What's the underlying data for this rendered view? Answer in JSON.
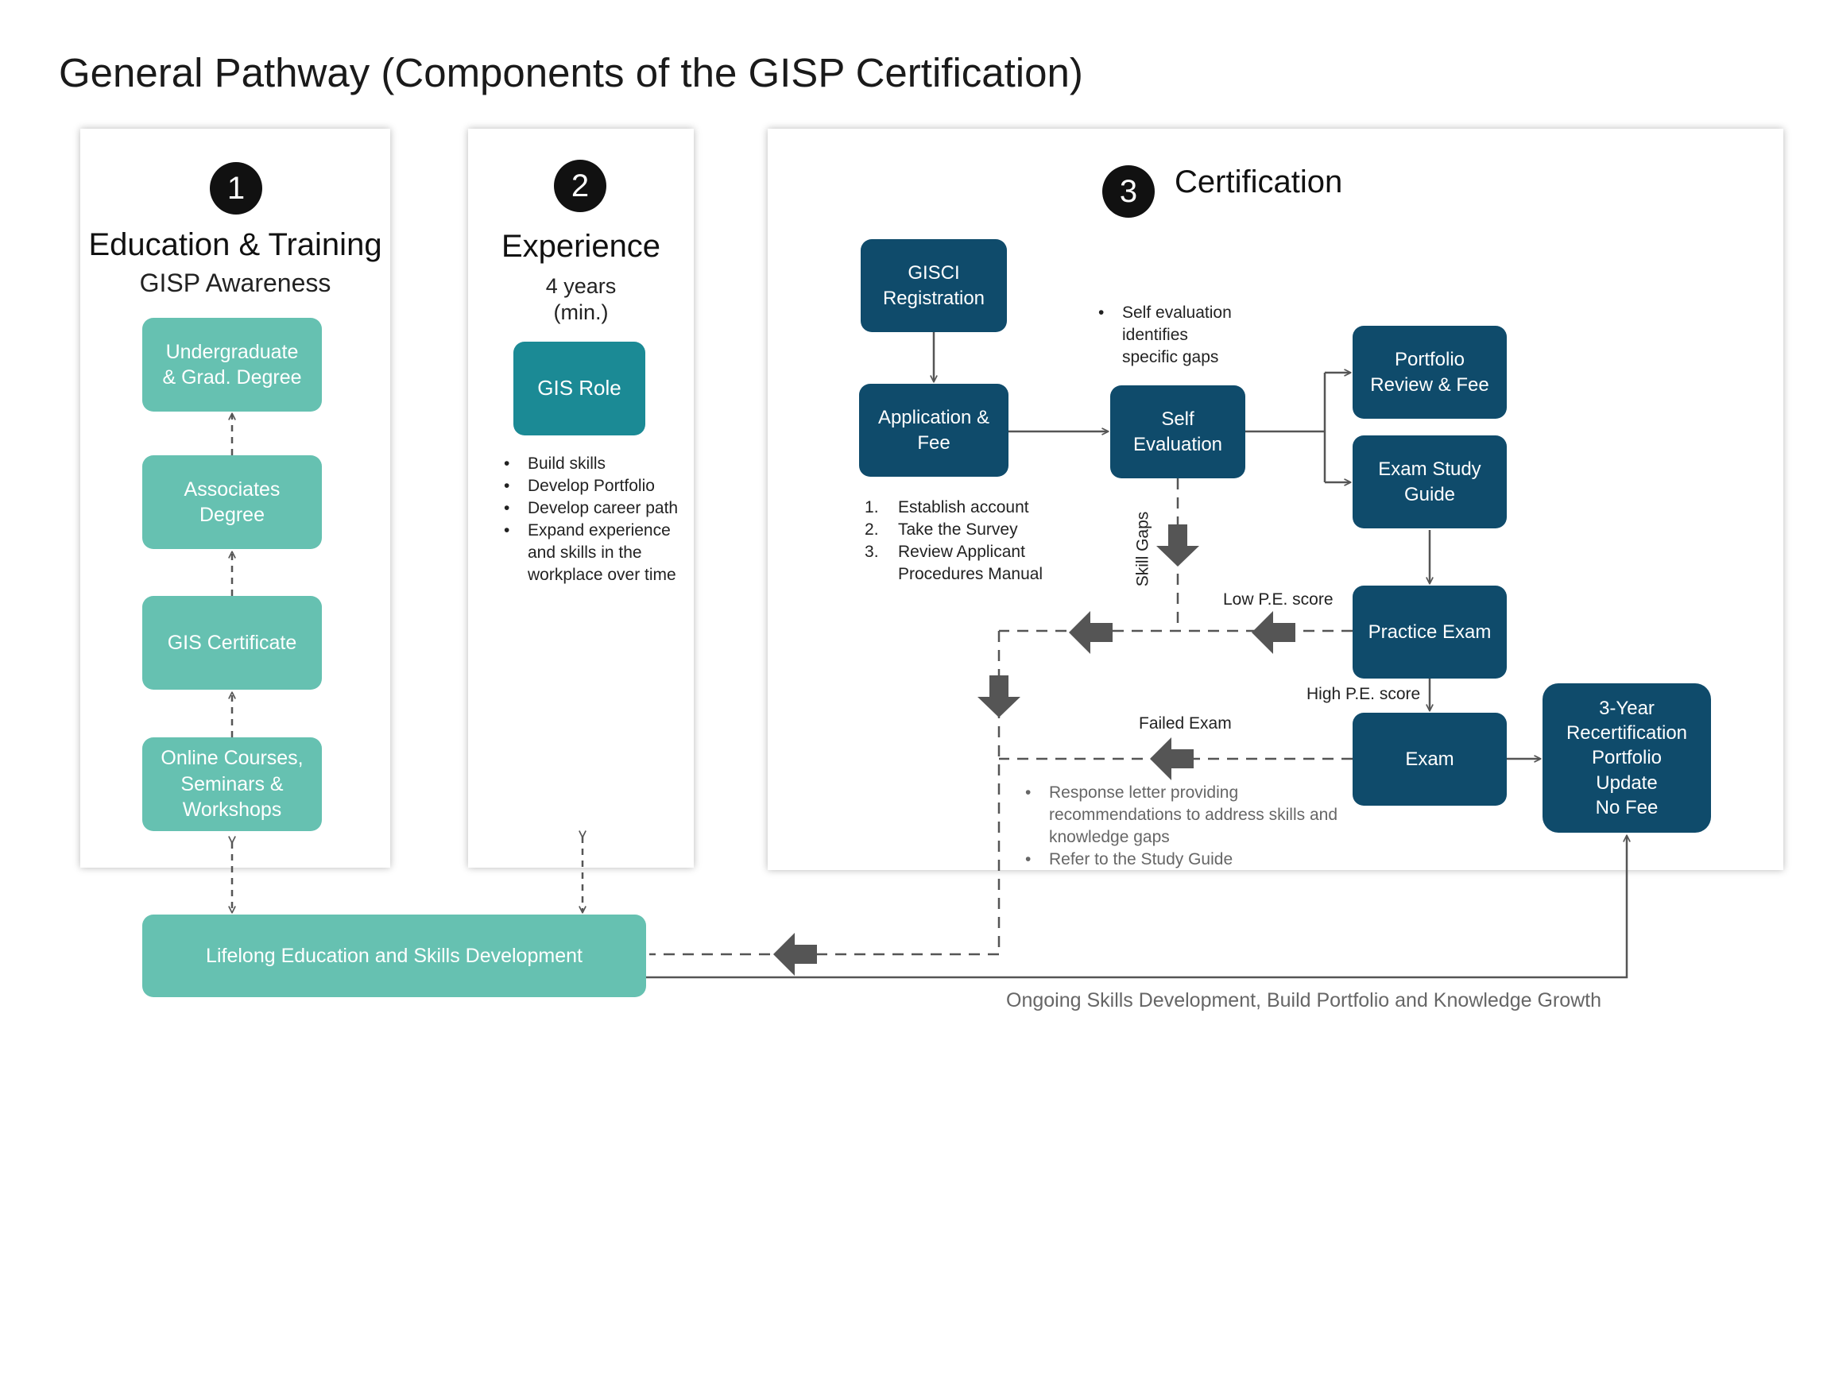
{
  "title": "General Pathway (Components of the GISP Certification)",
  "colors": {
    "teal_light": "#66c1b1",
    "teal_dark": "#1b8a95",
    "navy": "#0f4b6b",
    "arrow_gray": "#555555"
  },
  "education": {
    "number": "1",
    "heading": "Education & Training",
    "subheading": "GISP Awareness",
    "boxes": [
      "Undergraduate\n& Grad. Degree",
      "Associates\nDegree",
      "GIS Certificate",
      "Online Courses,\nSeminars &\nWorkshops"
    ]
  },
  "experience": {
    "number": "2",
    "heading": "Experience",
    "years": "4 years",
    "min": "(min.)",
    "box": "GIS Role",
    "bullets": [
      "Build skills",
      "Develop Portfolio",
      "Develop career path",
      "Expand experience and skills in the workplace over time"
    ]
  },
  "certification": {
    "number": "3",
    "heading": "Certification",
    "registration": "GISCI\nRegistration",
    "application": "Application &\nFee",
    "application_steps": [
      "Establish account",
      "Take the Survey",
      "Review Applicant Procedures Manual"
    ],
    "self_evaluation": "Self\nEvaluation",
    "self_eval_note": "Self evaluation identifies specific gaps",
    "portfolio": "Portfolio\nReview  & Fee",
    "study_guide": "Exam Study\nGuide",
    "practice_exam": "Practice Exam",
    "exam": "Exam",
    "recert": "3-Year\nRecertification\nPortfolio\nUpdate\nNo Fee",
    "skill_gaps": "Skill Gaps",
    "low_score": "Low P.E. score",
    "high_score": "High P.E. score",
    "failed_exam": "Failed Exam",
    "failed_notes": [
      "Response letter providing recommendations to address skills and knowledge gaps",
      "Refer to the Study Guide"
    ]
  },
  "lifelong": "Lifelong Education and Skills Development",
  "ongoing": "Ongoing Skills Development, Build Portfolio and Knowledge Growth"
}
